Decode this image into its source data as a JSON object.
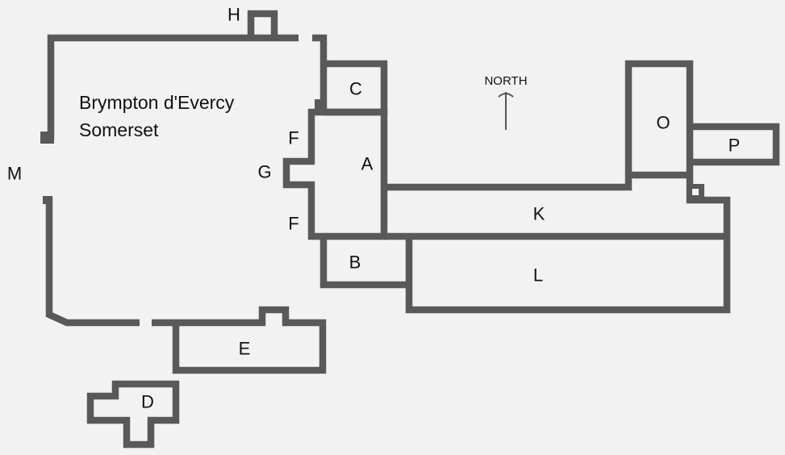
{
  "title": {
    "line1": "Brympton d'Evercy",
    "line2": "Somerset"
  },
  "north_label": "NORTH",
  "labels": {
    "H": "H",
    "C": "C",
    "F1": "F",
    "G": "G",
    "A": "A",
    "F2": "F",
    "M": "M",
    "B": "B",
    "K": "K",
    "L": "L",
    "O": "O",
    "P": "P",
    "E": "E",
    "D": "D"
  },
  "colors": {
    "wall": "#595959",
    "background": "#f2f2f2"
  }
}
